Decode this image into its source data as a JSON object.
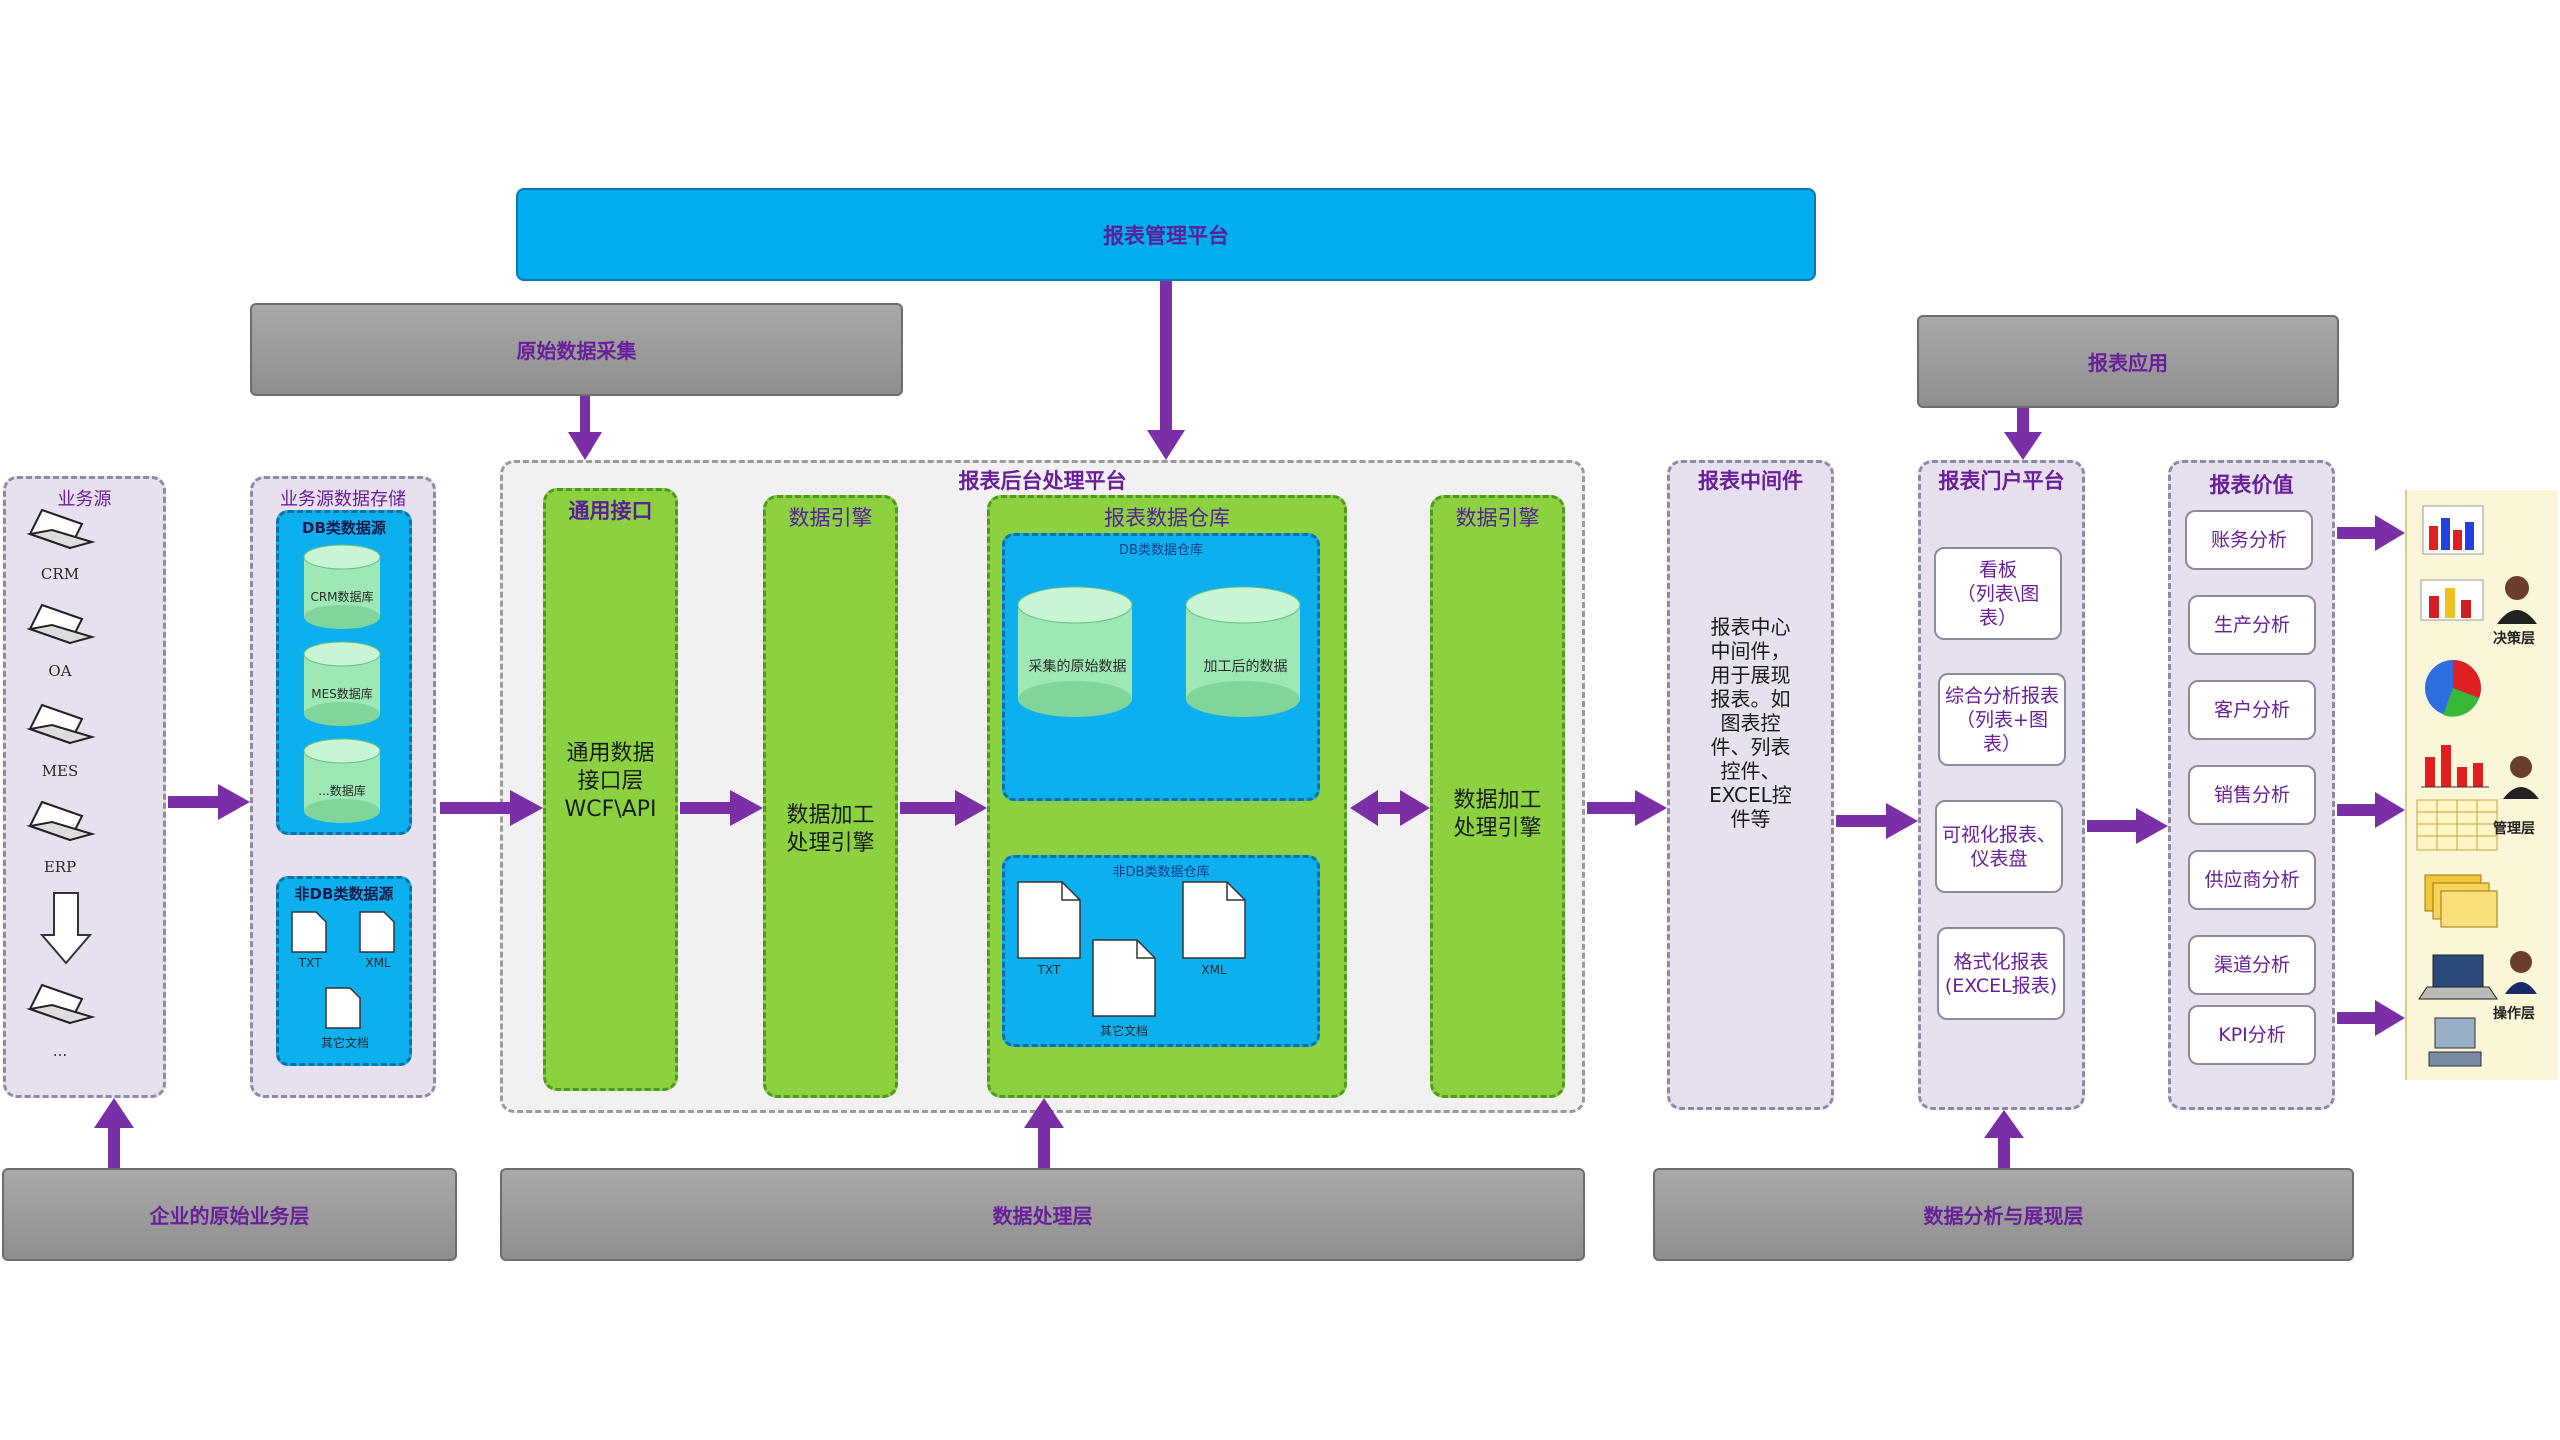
{
  "top_bars": {
    "management_platform": "报表管理平台",
    "raw_data_collection": "原始数据采集",
    "report_application": "报表应用"
  },
  "bottom_bars": {
    "business_layer": "企业的原始业务层",
    "processing_layer": "数据处理层",
    "analysis_layer": "数据分析与展现层"
  },
  "business_source": {
    "title": "业务源",
    "items": [
      "CRM",
      "OA",
      "MES",
      "ERP",
      "..."
    ]
  },
  "data_storage": {
    "title": "业务源数据存储",
    "db_group_title": "DB类数据源",
    "db_items": [
      "CRM数据库",
      "MES数据库",
      "...数据库"
    ],
    "non_db_title": "非DB类数据源",
    "non_db_items": [
      "TXT",
      "XML",
      "其它文档"
    ]
  },
  "backend_platform": {
    "title": "报表后台处理平台",
    "interface": {
      "title": "通用接口",
      "label": "通用数据\n接口层\nWCF\\API"
    },
    "engine_left": {
      "title": "数据引擎",
      "label": "数据加工\n处理引擎"
    },
    "warehouse": {
      "title": "报表数据仓库",
      "db_section_title": "DB类数据仓库",
      "db_items": [
        "采集的原始数据",
        "加工后的数据"
      ],
      "non_db_section_title": "非DB类数据仓库",
      "non_db_items": [
        "TXT",
        "XML",
        "其它文档"
      ]
    },
    "engine_right": {
      "title": "数据引擎",
      "label": "数据加工\n处理引擎"
    }
  },
  "middleware": {
    "title": "报表中间件",
    "label": "报表中心\n中间件，\n用于展现\n报表。如\n图表控\n件、列表\n控件、\nEXCEL控\n件等"
  },
  "portal": {
    "title": "报表门户平台",
    "cards": [
      "看板\n（列表\\图\n表）",
      "综合分析报表\n（列表+图\n表）",
      "可视化报表、\n仪表盘",
      "格式化报表\n(EXCEL报表)"
    ]
  },
  "value": {
    "title": "报表价值",
    "items": [
      "账务分析",
      "生产分析",
      "客户分析",
      "销售分析",
      "供应商分析",
      "渠道分析",
      "KPI分析"
    ]
  },
  "roles": {
    "decision": "决策层",
    "management": "管理层",
    "operation": "操作层"
  },
  "colors": {
    "purple_arrow": "#7a2fa6",
    "blue": "#00aeef",
    "green": "#8bd140",
    "lavender": "#e7e1ef",
    "gray_bar": "#9c9c9c"
  }
}
